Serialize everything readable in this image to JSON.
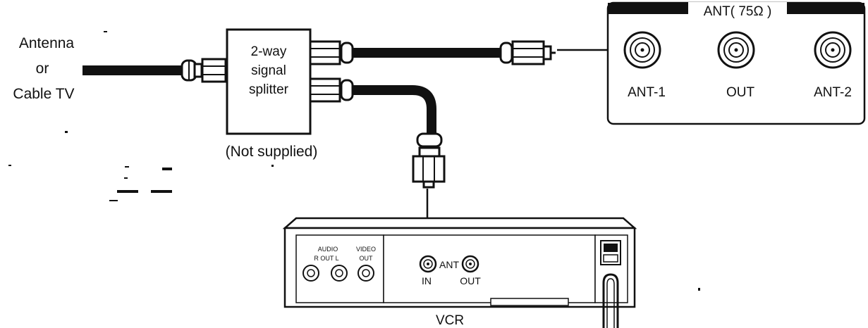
{
  "source": {
    "line1": "Antenna",
    "line2": "or",
    "line3": "Cable TV"
  },
  "splitter": {
    "line1": "2-way",
    "line2": "signal",
    "line3": "splitter",
    "note": "(Not supplied)"
  },
  "tv_panel": {
    "title": "ANT( 75Ω )",
    "ports": [
      {
        "label": "ANT-1"
      },
      {
        "label": "OUT"
      },
      {
        "label": "ANT-2"
      }
    ]
  },
  "vcr": {
    "label": "VCR",
    "audio_label": "AUDIO",
    "audio_sub": "R  OUT  L",
    "video_label": "VIDEO",
    "video_sub": "OUT",
    "ant_label": "ANT",
    "ant_in": "IN",
    "ant_out": "OUT"
  },
  "colors": {
    "ink": "#111111",
    "paper": "#ffffff"
  }
}
